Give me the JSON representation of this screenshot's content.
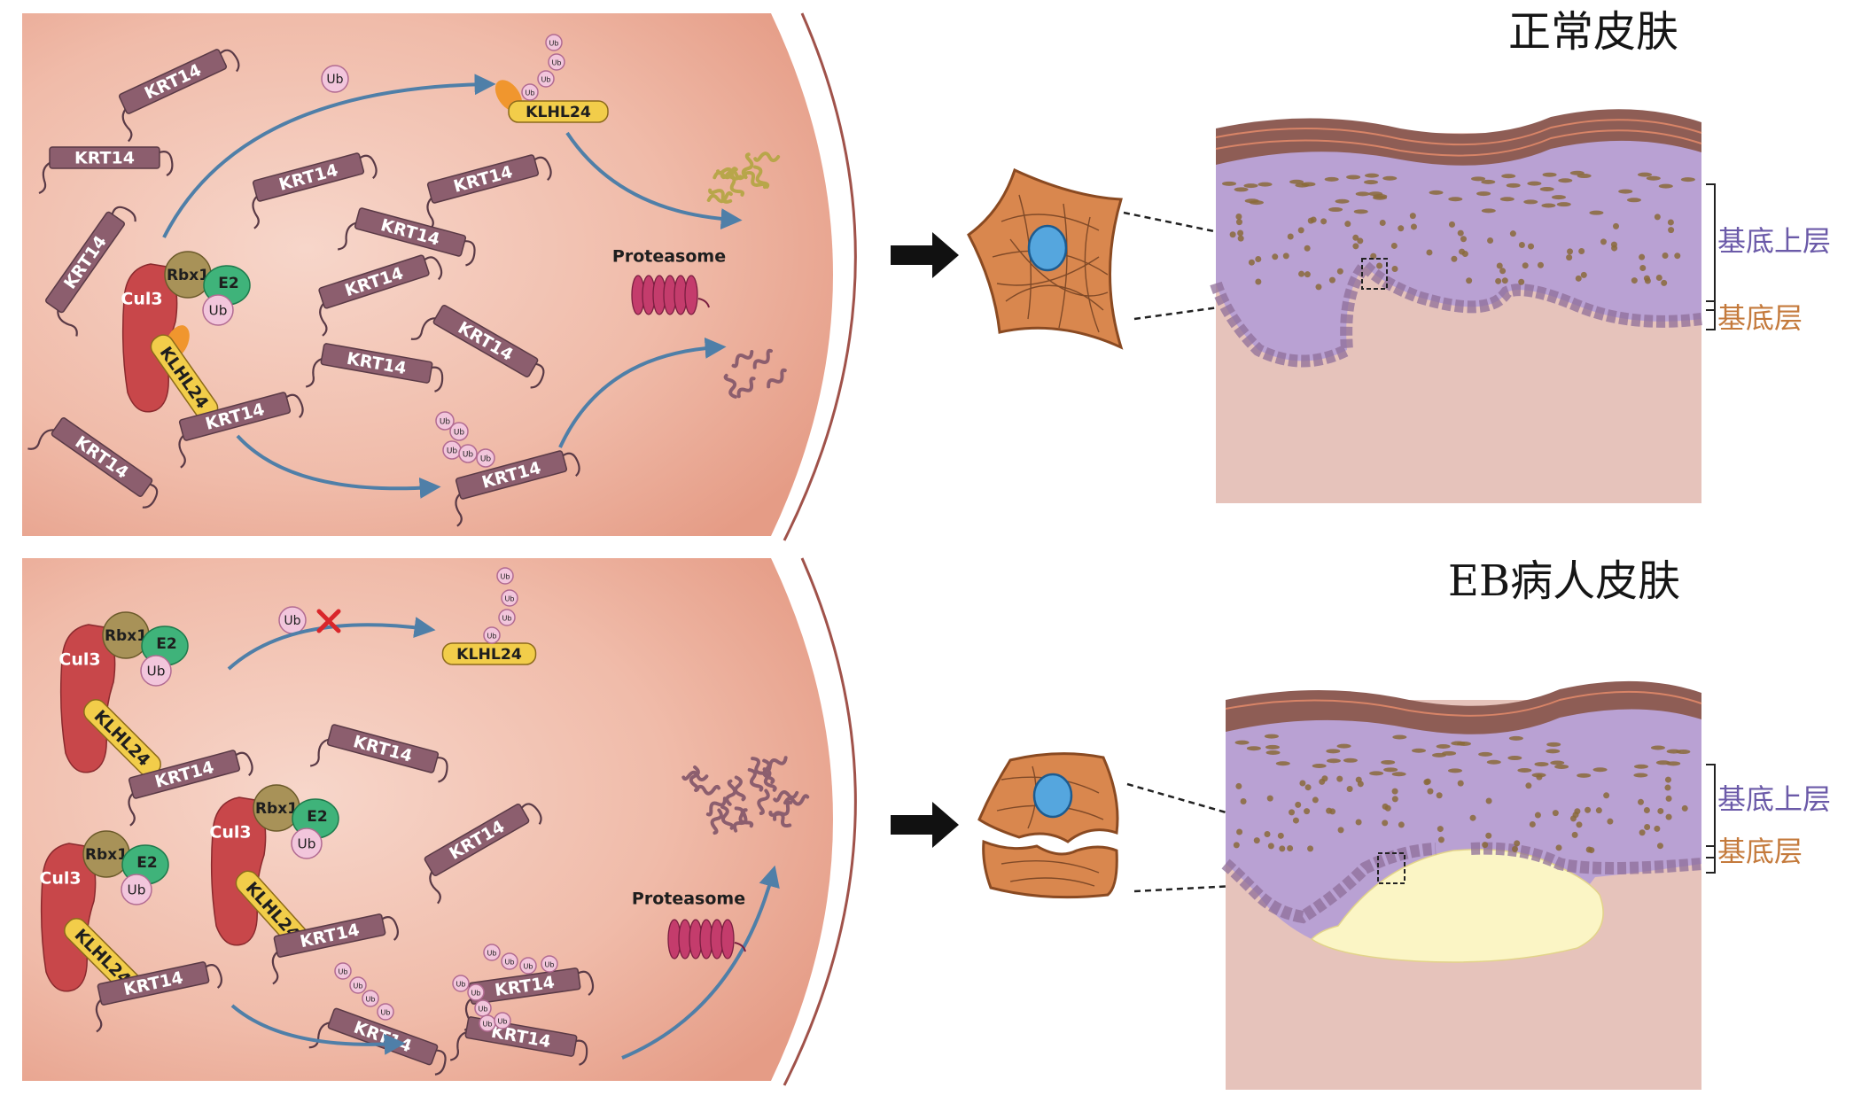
{
  "titles": {
    "normal": "正常皮肤",
    "eb": "EB病人皮肤"
  },
  "labels": {
    "krt14": "KRT14",
    "klhl24": "KLHL24",
    "cul3": "Cul3",
    "rbx1": "Rbx1",
    "e2": "E2",
    "ub": "Ub",
    "proteasome": "Proteasome",
    "suprabasal": "基底上层",
    "basal": "基底层"
  },
  "colors": {
    "cell_bg": "#f3c7b8",
    "krt14": "#8c5e6e",
    "klhl24": "#f2cd4a",
    "cul3": "#c8474a",
    "rbx1": "#a89258",
    "e2": "#3fb37a",
    "ub": "#f2c6dc",
    "arrow": "#4f7fa8",
    "suprabasal": "#b8a0d2",
    "dermis": "#e8c5be",
    "blister": "#fbf5c4"
  },
  "icons": {
    "arrow": "right-arrow-icon",
    "inhibited": "red-x-icon",
    "proteasome": "proteasome-icon"
  }
}
